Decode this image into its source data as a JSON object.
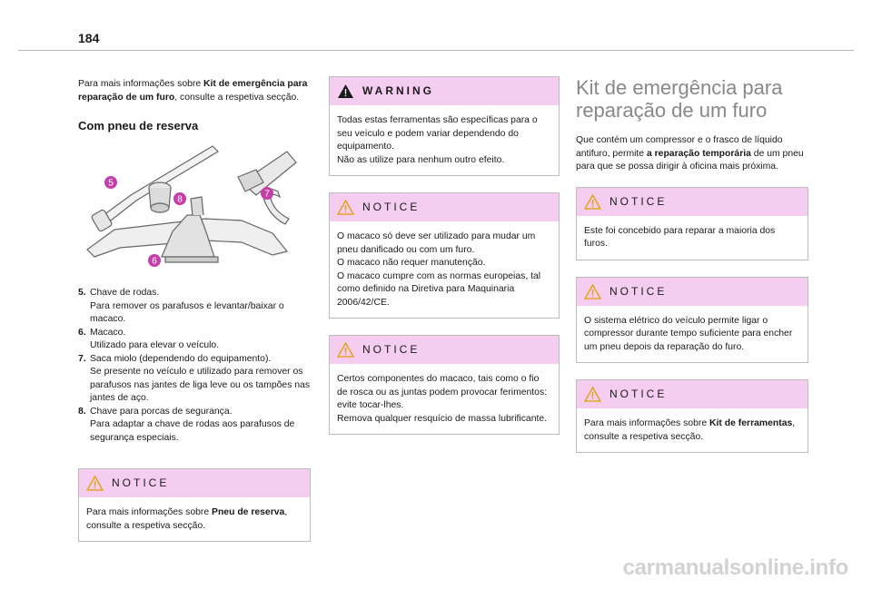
{
  "page": {
    "number": "184",
    "watermark": "carmanualsonline.info"
  },
  "col1": {
    "intro": {
      "t1": "Para mais informações sobre ",
      "b1": "Kit de emergência para reparação de um furo",
      "t2": ", consulte a respetiva secção."
    },
    "heading": "Com pneu de reserva",
    "figure_callouts": [
      "5",
      "8",
      "7",
      "6"
    ],
    "items": [
      {
        "num": "5.",
        "title": "Chave de rodas.",
        "text": "Para remover os parafusos e levantar/baixar o macaco."
      },
      {
        "num": "6.",
        "title": "Macaco.",
        "text": "Utilizado para elevar o veículo."
      },
      {
        "num": "7.",
        "title": "Saca miolo (dependendo do equipamento).",
        "text": "Se presente no veículo e utilizado para remover os parafusos nas jantes de liga leve ou os tampões nas jantes de aço."
      },
      {
        "num": "8.",
        "title": "Chave para porcas de segurança.",
        "text": "Para adaptar a chave de rodas aos parafusos de segurança especiais."
      }
    ],
    "notice": {
      "title": "NOTICE",
      "t1": "Para mais informações sobre ",
      "b1": "Pneu de reserva",
      "t2": ", consulte a respetiva secção."
    }
  },
  "col2": {
    "warning": {
      "title": "WARNING",
      "lines": [
        "Todas estas ferramentas são específicas para o seu veículo e podem variar dependendo do equipamento.",
        "Não as utilize para nenhum outro efeito."
      ]
    },
    "notice1": {
      "title": "NOTICE",
      "lines": [
        "O macaco só deve ser utilizado para mudar um pneu danificado ou com um furo.",
        "O macaco não requer manutenção.",
        "O macaco cumpre com as normas europeias, tal como definido na Diretiva para Maquinaria 2006/42/CE."
      ]
    },
    "notice2": {
      "title": "NOTICE",
      "lines": [
        "Certos componentes do macaco, tais como o fio de rosca ou as juntas podem provocar ferimentos: evite tocar-lhes.",
        "Remova qualquer resquício de massa lubrificante."
      ]
    }
  },
  "col3": {
    "heading": "Kit de emergência para reparação de um furo",
    "intro": {
      "t1": "Que contém um compressor e o frasco de líquido antifuro, permite ",
      "b1": "a reparação temporária",
      "t2": " de um pneu para que se possa dirigir à oficina mais próxima."
    },
    "notice1": {
      "title": "NOTICE",
      "text": "Este foi concebido para reparar a maioria dos furos."
    },
    "notice2": {
      "title": "NOTICE",
      "text": "O sistema elétrico do veículo permite ligar o compressor durante tempo suficiente para encher um pneu depois da reparação do furo."
    },
    "notice3": {
      "title": "NOTICE",
      "t1": "Para mais informações sobre ",
      "b1": "Kit de ferramentas",
      "t2": ", consulte a respetiva secção."
    }
  },
  "colors": {
    "box_header": "#f5cdf0",
    "callout": "#c43fa9",
    "heading_grey": "#888888"
  }
}
